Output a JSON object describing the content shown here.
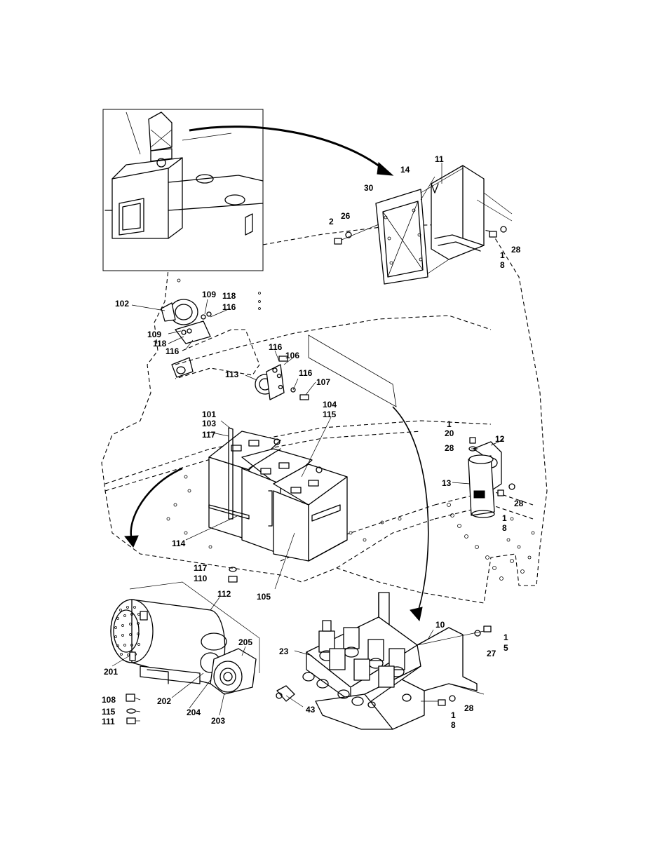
{
  "callouts": {
    "c1": "11",
    "c2": "14",
    "c3": "30",
    "c4": "2",
    "c5": "26",
    "c6": "1",
    "c7": "8",
    "c8": "28",
    "c9": "102",
    "c10": "109",
    "c11": "118",
    "c12": "116",
    "c13": "109",
    "c14": "118",
    "c15": "116",
    "c16": "116",
    "c17": "106",
    "c18": "113",
    "c19": "116",
    "c20": "107",
    "c21": "104",
    "c22": "115",
    "c23": "101",
    "c24": "103",
    "c25": "117",
    "c26": "1",
    "c27": "20",
    "c28": "28",
    "c29": "12",
    "c30": "13",
    "c31": "28",
    "c32": "1",
    "c33": "8",
    "c34": "114",
    "c35": "117",
    "c36": "110",
    "c37": "105",
    "c38": "112",
    "c39": "201",
    "c40": "205",
    "c41": "108",
    "c42": "115",
    "c43": "111",
    "c44": "202",
    "c45": "204",
    "c46": "203",
    "c47": "10",
    "c48": "1",
    "c49": "5",
    "c50": "27",
    "c51": "23",
    "c52": "43",
    "c53": "28",
    "c54": "1",
    "c55": "8"
  }
}
